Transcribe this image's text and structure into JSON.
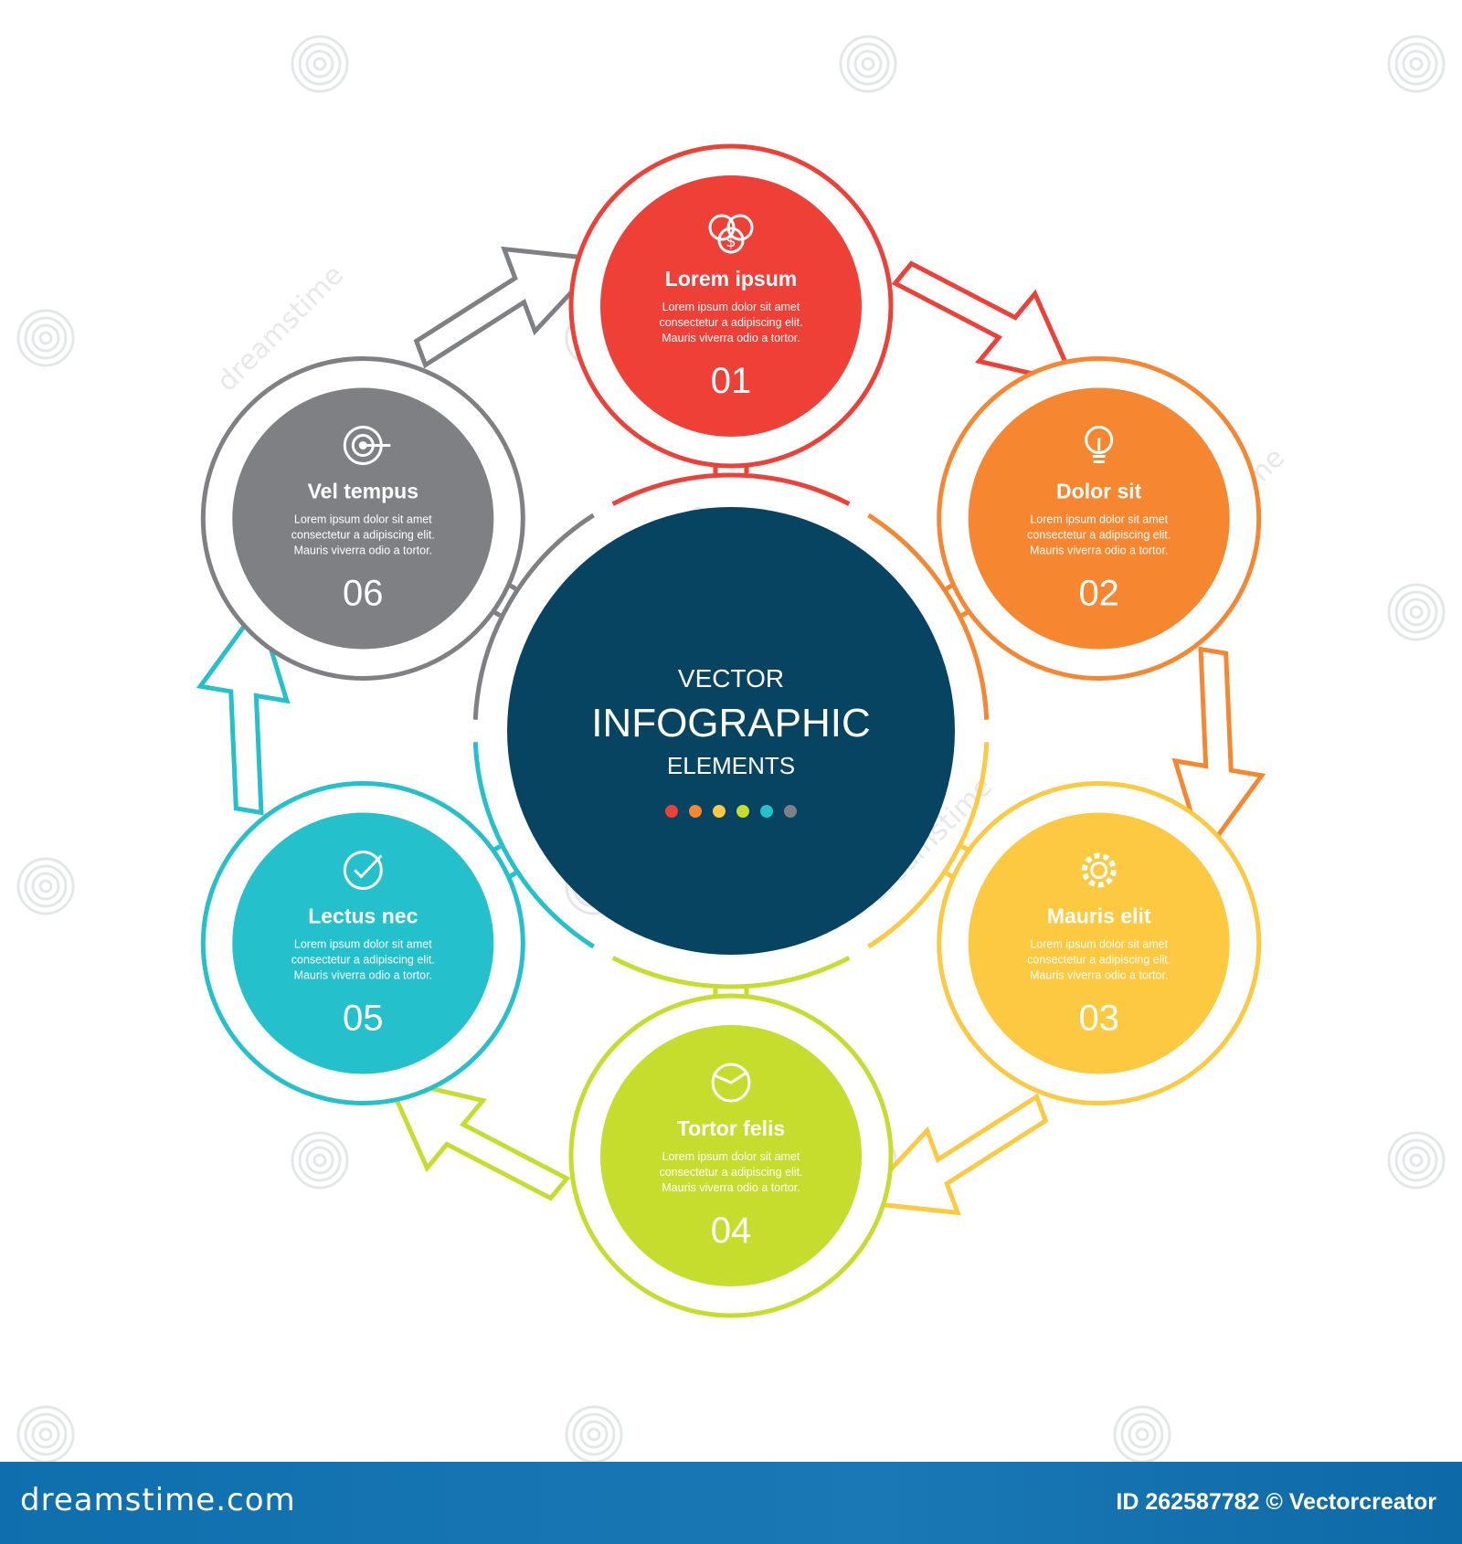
{
  "center": {
    "line1": "VECTOR",
    "line2": "INFOGRAPHIC",
    "line3": "ELEMENTS",
    "bg_color": "#064461"
  },
  "steps": [
    {
      "num": "01",
      "title": "Lorem ipsum",
      "text": [
        "Lorem ipsum dolor sit amet",
        "consectetur a adipiscing elit.",
        "Mauris viverra odio a tortor."
      ],
      "color": "#ee4036",
      "icon": "dollar-coins-icon"
    },
    {
      "num": "02",
      "title": "Dolor sit",
      "text": [
        "Lorem ipsum dolor sit amet",
        "consectetur a adipiscing elit.",
        "Mauris viverra odio a tortor."
      ],
      "color": "#f68630",
      "icon": "lightbulb-icon"
    },
    {
      "num": "03",
      "title": "Mauris elit",
      "text": [
        "Lorem ipsum dolor sit amet",
        "consectetur a adipiscing elit.",
        "Mauris viverra odio a tortor."
      ],
      "color": "#fcc940",
      "icon": "gear-icon"
    },
    {
      "num": "04",
      "title": "Tortor felis",
      "text": [
        "Lorem ipsum dolor sit amet",
        "consectetur a adipiscing elit.",
        "Mauris viverra odio a tortor."
      ],
      "color": "#c7dd2e",
      "icon": "pie-chart-icon"
    },
    {
      "num": "05",
      "title": "Lectus nec",
      "text": [
        "Lorem ipsum dolor sit amet",
        "consectetur a adipiscing elit.",
        "Mauris viverra odio a tortor."
      ],
      "color": "#24c1cd",
      "icon": "clock-check-icon"
    },
    {
      "num": "06",
      "title": "Vel tempus",
      "text": [
        "Lorem ipsum dolor sit amet",
        "consectetur a adipiscing elit.",
        "Mauris viverra odio a tortor."
      ],
      "color": "#7e8083",
      "icon": "target-icon"
    }
  ],
  "dot_colors": [
    "#ee4036",
    "#f68630",
    "#fcc940",
    "#c7dd2e",
    "#24c1cd",
    "#7e8083"
  ],
  "watermark": "dreamstime",
  "footer": {
    "logo": "dreamstime.com",
    "id_text": "ID 262587782 © Vectorcreator"
  }
}
